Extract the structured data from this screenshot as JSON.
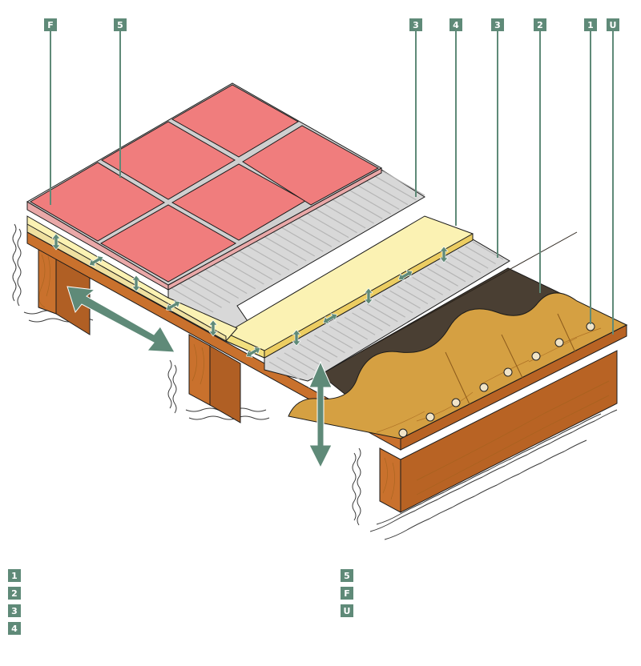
{
  "callouts": [
    {
      "id": "F"
    },
    {
      "id": "5"
    },
    {
      "id": "3"
    },
    {
      "id": "4"
    },
    {
      "id": "3"
    },
    {
      "id": "2"
    },
    {
      "id": "1"
    },
    {
      "id": "U"
    }
  ],
  "legend": {
    "left": [
      "1",
      "2",
      "3",
      "4"
    ],
    "right": [
      "5",
      "F",
      "U"
    ]
  },
  "colors": {
    "tile": "#f07d7d",
    "tile_edge": "#e9a8a8",
    "grout": "#cfcfcf",
    "membrane": "#d8d8d8",
    "insulation": "#fbf2b3",
    "board_light": "#d5a042",
    "board_dark": "#4a3f33",
    "joist": "#c9712d",
    "callout": "#5f8a78"
  }
}
